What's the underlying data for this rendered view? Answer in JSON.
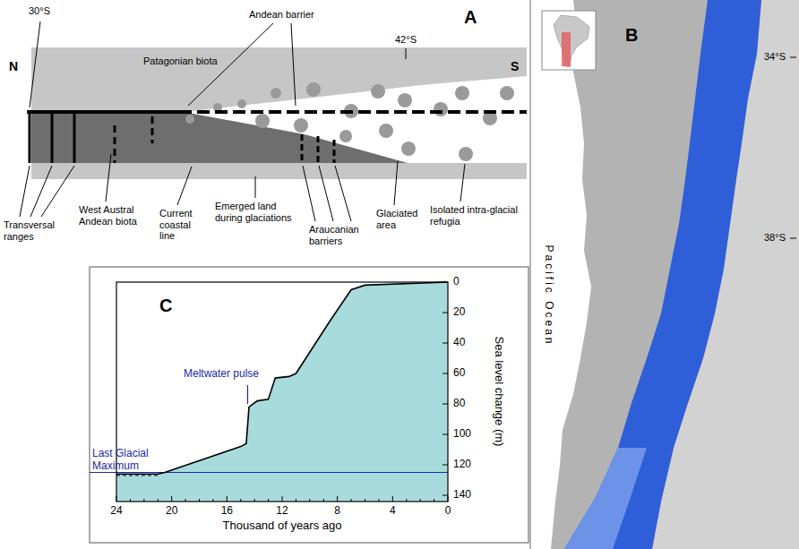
{
  "diagram": {
    "labels": [
      "A",
      "N",
      "S",
      "30°S",
      "42°S",
      "Patagonian biota",
      "Andean barrier",
      "Transversal ranges",
      "West Austral Andean biota",
      "Current coastal line",
      "Emerged land during glaciations",
      "Araucanian barriers",
      "Glaciated area",
      "Isolated intra-glacial refugia",
      "B",
      "34°S",
      "38°S",
      "Pacific Ocean",
      "C",
      "Meltwater pulse",
      "Last Glacial Maximum",
      "Sea level change (m)",
      "Thousand of years ago",
      "0",
      "20",
      "40",
      "60",
      "80",
      "100",
      "120",
      "140",
      "24",
      "20",
      "16",
      "12",
      "8",
      "4",
      "0"
    ]
  }
}
